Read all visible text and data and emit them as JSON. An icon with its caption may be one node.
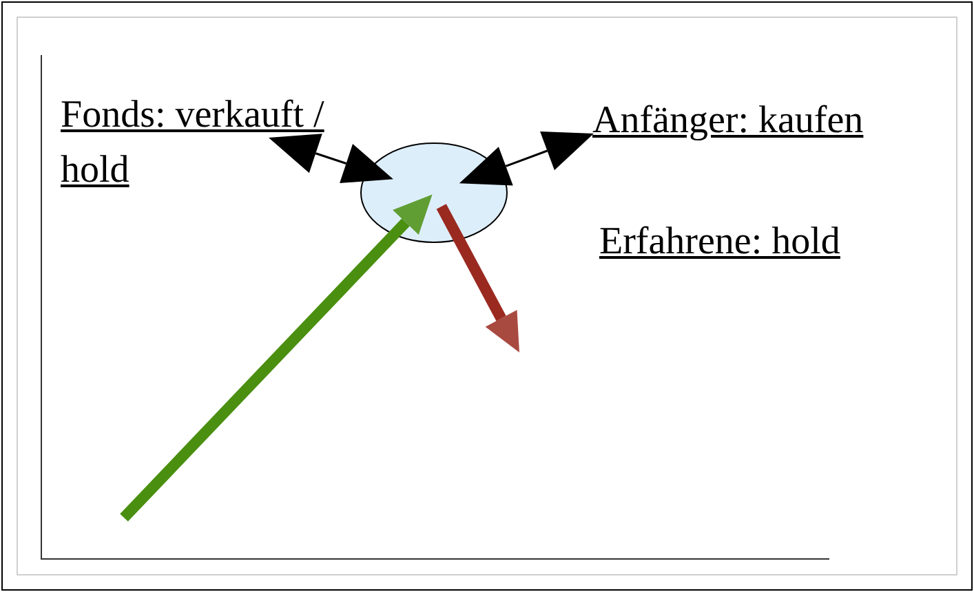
{
  "diagram": {
    "nodes": [
      {
        "text": [
          "Fonds: verkauft / hold"
        ]
      },
      {
        "text": [],
        "shape": "circle"
      },
      {
        "text": [
          "Anfänger: kaufen"
        ]
      }
    ],
    "edges": [
      {
        "from": 0,
        "to": 1,
        "arrow": "both"
      },
      {
        "from": 2,
        "to": 1,
        "arrow": "both"
      },
      {
        "from": null,
        "to": 1,
        "arrow": "to",
        "style": "thick",
        "color": "#4a8f10"
      },
      {
        "from": 1,
        "to": null,
        "arrow": "to",
        "style": "thick",
        "color": "#9a2a20"
      }
    ],
    "labels": [
      "Erfahrene: hold"
    ]
  }
}
